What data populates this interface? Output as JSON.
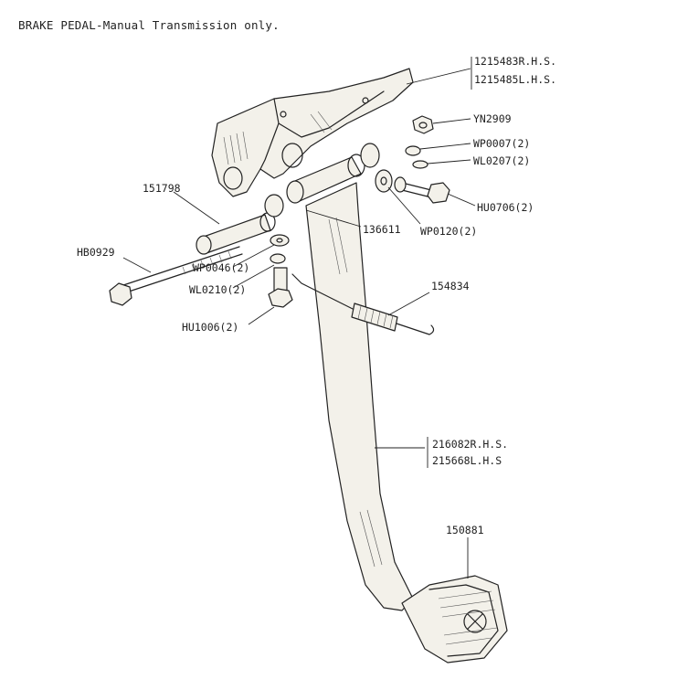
{
  "title": "BRAKE PEDAL-Manual Transmission only.",
  "labels": {
    "bracket_rh": "1215483R.H.S.",
    "bracket_lh": "1215485L.H.S.",
    "yn2909": "YN2909",
    "wp0007": "WP0007(2)",
    "wl0207": "WL0207(2)",
    "hu0706": "HU0706(2)",
    "wp0120": "WP0120(2)",
    "p136611": "136611",
    "p151798": "151798",
    "hb0929": "HB0929",
    "wp0046": "WP0046(2)",
    "wl0210": "WL0210(2)",
    "hu1006": "HU1006(2)",
    "p154834": "154834",
    "pedal_rh": "216082R.H.S.",
    "pedal_lh": "215668L.H.S",
    "pad": "150881"
  }
}
